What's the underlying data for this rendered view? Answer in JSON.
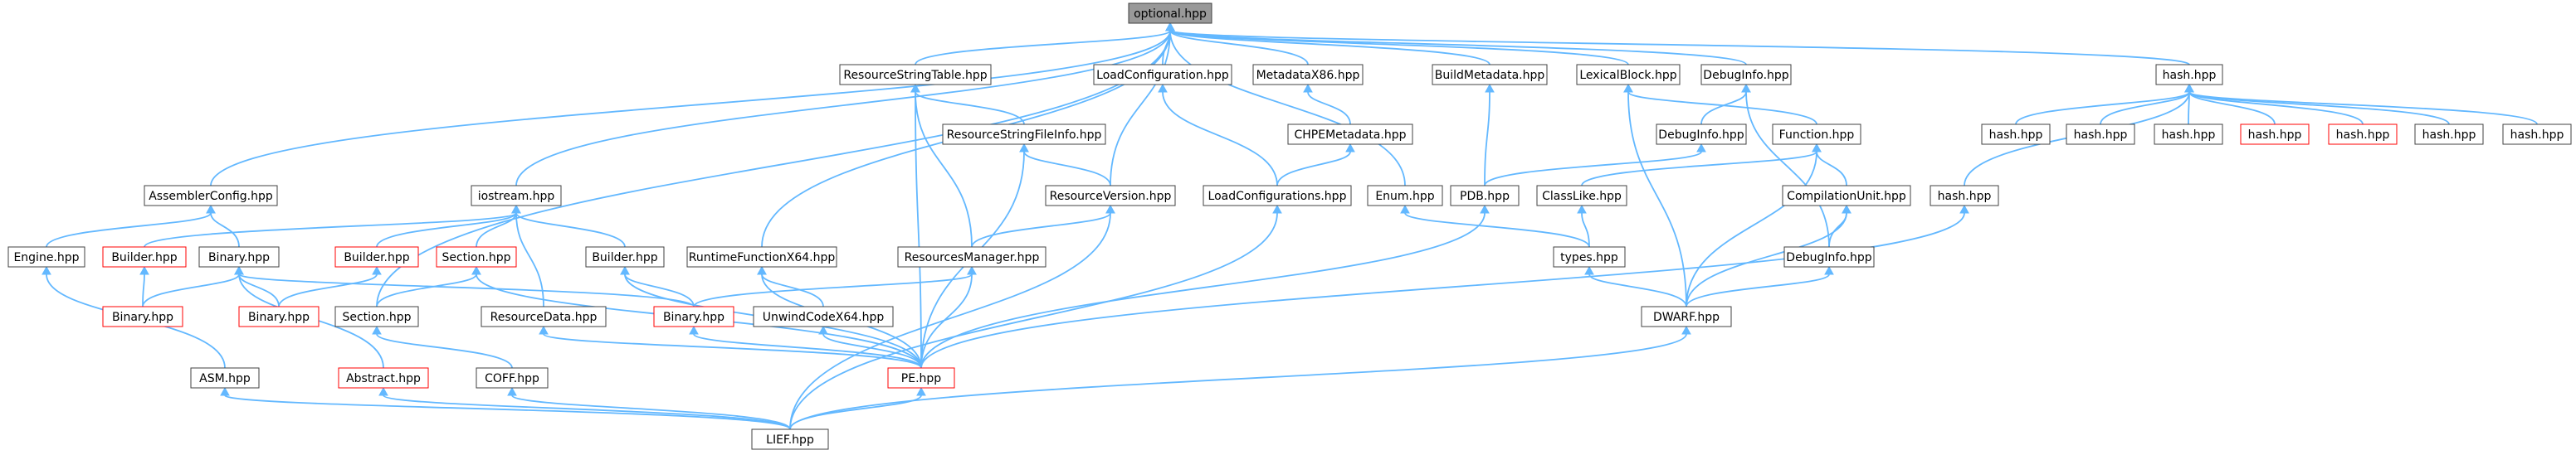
{
  "graph": {
    "colors": {
      "edge": "#63b8ff",
      "node_border": "#404040",
      "node_fill": "#ffffff",
      "root_fill": "#999999",
      "red_border": "#ff0000"
    },
    "nodes": [
      {
        "id": "optional",
        "label": "optional.hpp",
        "style": "root"
      },
      {
        "id": "assemblercfg",
        "label": "AssemblerConfig.hpp",
        "style": "normal"
      },
      {
        "id": "iostream",
        "label": "iostream.hpp",
        "style": "normal"
      },
      {
        "id": "rstable",
        "label": "ResourceStringTable.hpp",
        "style": "normal"
      },
      {
        "id": "loadconfig",
        "label": "LoadConfiguration.hpp",
        "style": "normal"
      },
      {
        "id": "metadatax86",
        "label": "MetadataX86.hpp",
        "style": "normal"
      },
      {
        "id": "buildmeta",
        "label": "BuildMetadata.hpp",
        "style": "normal"
      },
      {
        "id": "lexblock",
        "label": "LexicalBlock.hpp",
        "style": "normal"
      },
      {
        "id": "debuginfo1",
        "label": "DebugInfo.hpp",
        "style": "normal"
      },
      {
        "id": "hashtop",
        "label": "hash.hpp",
        "style": "normal"
      },
      {
        "id": "rsfileinfo",
        "label": "ResourceStringFileInfo.hpp",
        "style": "normal"
      },
      {
        "id": "chpemeta",
        "label": "CHPEMetadata.hpp",
        "style": "normal"
      },
      {
        "id": "debuginfo2",
        "label": "DebugInfo.hpp",
        "style": "normal"
      },
      {
        "id": "function",
        "label": "Function.hpp",
        "style": "normal"
      },
      {
        "id": "hash1",
        "label": "hash.hpp",
        "style": "normal"
      },
      {
        "id": "hash2",
        "label": "hash.hpp",
        "style": "normal"
      },
      {
        "id": "hash3",
        "label": "hash.hpp",
        "style": "normal"
      },
      {
        "id": "hash4",
        "label": "hash.hpp",
        "style": "red"
      },
      {
        "id": "hash5",
        "label": "hash.hpp",
        "style": "red"
      },
      {
        "id": "hash6",
        "label": "hash.hpp",
        "style": "normal"
      },
      {
        "id": "hash7",
        "label": "hash.hpp",
        "style": "normal"
      },
      {
        "id": "resversion",
        "label": "ResourceVersion.hpp",
        "style": "normal"
      },
      {
        "id": "loadconfigs",
        "label": "LoadConfigurations.hpp",
        "style": "normal"
      },
      {
        "id": "enum",
        "label": "Enum.hpp",
        "style": "normal"
      },
      {
        "id": "pdb",
        "label": "PDB.hpp",
        "style": "normal"
      },
      {
        "id": "classlike",
        "label": "ClassLike.hpp",
        "style": "normal"
      },
      {
        "id": "compunit",
        "label": "CompilationUnit.hpp",
        "style": "normal"
      },
      {
        "id": "hashmid",
        "label": "hash.hpp",
        "style": "normal"
      },
      {
        "id": "engine",
        "label": "Engine.hpp",
        "style": "normal"
      },
      {
        "id": "builder1",
        "label": "Builder.hpp",
        "style": "red"
      },
      {
        "id": "binary1",
        "label": "Binary.hpp",
        "style": "normal"
      },
      {
        "id": "builder2",
        "label": "Builder.hpp",
        "style": "red"
      },
      {
        "id": "section1",
        "label": "Section.hpp",
        "style": "red"
      },
      {
        "id": "builder3",
        "label": "Builder.hpp",
        "style": "normal"
      },
      {
        "id": "rtfx64",
        "label": "RuntimeFunctionX64.hpp",
        "style": "normal"
      },
      {
        "id": "resmgr",
        "label": "ResourcesManager.hpp",
        "style": "normal"
      },
      {
        "id": "types",
        "label": "types.hpp",
        "style": "normal"
      },
      {
        "id": "debuginfo3",
        "label": "DebugInfo.hpp",
        "style": "normal"
      },
      {
        "id": "binary2",
        "label": "Binary.hpp",
        "style": "red"
      },
      {
        "id": "binary3",
        "label": "Binary.hpp",
        "style": "red"
      },
      {
        "id": "section2",
        "label": "Section.hpp",
        "style": "normal"
      },
      {
        "id": "resdata",
        "label": "ResourceData.hpp",
        "style": "normal"
      },
      {
        "id": "binary4",
        "label": "Binary.hpp",
        "style": "red"
      },
      {
        "id": "unwindx64",
        "label": "UnwindCodeX64.hpp",
        "style": "normal"
      },
      {
        "id": "dwarf",
        "label": "DWARF.hpp",
        "style": "normal"
      },
      {
        "id": "asm",
        "label": "ASM.hpp",
        "style": "normal"
      },
      {
        "id": "abstract",
        "label": "Abstract.hpp",
        "style": "red"
      },
      {
        "id": "coff",
        "label": "COFF.hpp",
        "style": "normal"
      },
      {
        "id": "pe",
        "label": "PE.hpp",
        "style": "red"
      },
      {
        "id": "lief",
        "label": "LIEF.hpp",
        "style": "normal"
      }
    ],
    "edges": [
      [
        "assemblercfg",
        "optional"
      ],
      [
        "iostream",
        "optional"
      ],
      [
        "rstable",
        "optional"
      ],
      [
        "loadconfig",
        "optional"
      ],
      [
        "metadatax86",
        "optional"
      ],
      [
        "buildmeta",
        "optional"
      ],
      [
        "lexblock",
        "optional"
      ],
      [
        "debuginfo1",
        "optional"
      ],
      [
        "hashtop",
        "optional"
      ],
      [
        "rtfx64",
        "optional"
      ],
      [
        "resversion",
        "optional"
      ],
      [
        "enum",
        "optional"
      ],
      [
        "section2",
        "optional"
      ],
      [
        "engine",
        "assemblercfg"
      ],
      [
        "binary1",
        "assemblercfg"
      ],
      [
        "builder1",
        "iostream"
      ],
      [
        "builder2",
        "iostream"
      ],
      [
        "section1",
        "iostream"
      ],
      [
        "builder3",
        "iostream"
      ],
      [
        "resdata",
        "iostream"
      ],
      [
        "rsfileinfo",
        "rstable"
      ],
      [
        "resmgr",
        "rstable"
      ],
      [
        "pe",
        "rstable"
      ],
      [
        "loadconfigs",
        "loadconfig"
      ],
      [
        "chpemeta",
        "metadatax86"
      ],
      [
        "loadconfigs",
        "chpemeta"
      ],
      [
        "pdb",
        "buildmeta"
      ],
      [
        "dwarf",
        "lexblock"
      ],
      [
        "function",
        "lexblock"
      ],
      [
        "debuginfo2",
        "debuginfo1"
      ],
      [
        "debuginfo3",
        "debuginfo1"
      ],
      [
        "hash1",
        "hashtop"
      ],
      [
        "hash2",
        "hashtop"
      ],
      [
        "hash3",
        "hashtop"
      ],
      [
        "hash4",
        "hashtop"
      ],
      [
        "hash5",
        "hashtop"
      ],
      [
        "hash6",
        "hashtop"
      ],
      [
        "hash7",
        "hashtop"
      ],
      [
        "hashmid",
        "hashtop"
      ],
      [
        "resversion",
        "rsfileinfo"
      ],
      [
        "pe",
        "rsfileinfo"
      ],
      [
        "resmgr",
        "resversion"
      ],
      [
        "lief",
        "resversion"
      ],
      [
        "lief",
        "loadconfigs"
      ],
      [
        "types",
        "enum"
      ],
      [
        "pe",
        "pdb"
      ],
      [
        "pdb",
        "debuginfo2"
      ],
      [
        "classlike",
        "function"
      ],
      [
        "compunit",
        "function"
      ],
      [
        "dwarf",
        "function"
      ],
      [
        "types",
        "classlike"
      ],
      [
        "debuginfo3",
        "compunit"
      ],
      [
        "dwarf",
        "compunit"
      ],
      [
        "dwarf",
        "types"
      ],
      [
        "dwarf",
        "debuginfo3"
      ],
      [
        "pe",
        "hashmid"
      ],
      [
        "asm",
        "engine"
      ],
      [
        "binary2",
        "builder1"
      ],
      [
        "binary2",
        "binary1"
      ],
      [
        "binary3",
        "binary1"
      ],
      [
        "binary4",
        "binary1"
      ],
      [
        "abstract",
        "binary1"
      ],
      [
        "binary3",
        "builder2"
      ],
      [
        "section2",
        "section1"
      ],
      [
        "pe",
        "section1"
      ],
      [
        "binary4",
        "builder3"
      ],
      [
        "pe",
        "builder3"
      ],
      [
        "unwindx64",
        "rtfx64"
      ],
      [
        "pe",
        "rtfx64"
      ],
      [
        "binary4",
        "resmgr"
      ],
      [
        "pe",
        "resmgr"
      ],
      [
        "pe",
        "resdata"
      ],
      [
        "pe",
        "binary4"
      ],
      [
        "pe",
        "unwindx64"
      ],
      [
        "coff",
        "section2"
      ],
      [
        "lief",
        "asm"
      ],
      [
        "lief",
        "abstract"
      ],
      [
        "lief",
        "coff"
      ],
      [
        "lief",
        "pe"
      ],
      [
        "lief",
        "dwarf"
      ]
    ]
  }
}
